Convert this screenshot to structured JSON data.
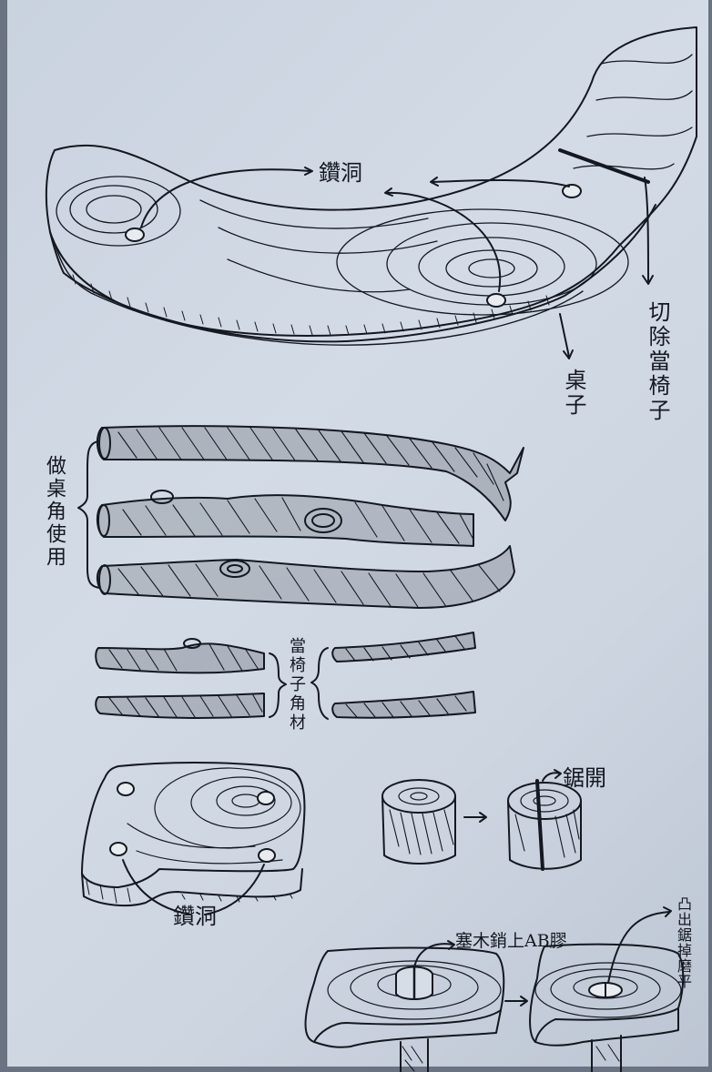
{
  "sketch": {
    "labels": {
      "drill_hole_top": "鑽洞",
      "cut_for_stool": "切除當椅子",
      "table": "桌子",
      "table_leg_use": "做桌角使用",
      "stool_material": "當椅子角材",
      "saw_open": "鋸開",
      "drill_hole_bottom": "鑽洞",
      "wedge_glue": "塞木銷上AB膠",
      "trim_sand": "凸出鋸掉磨平"
    },
    "colors": {
      "ink": "#141820",
      "paper": "#cdd5e0"
    }
  }
}
